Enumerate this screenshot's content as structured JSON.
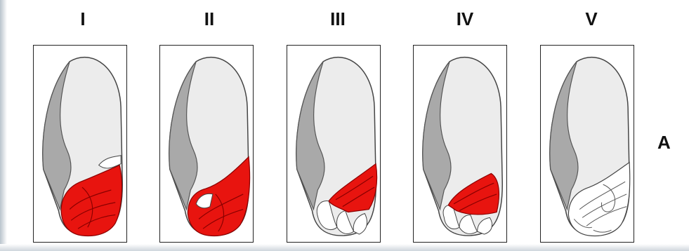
{
  "figure": {
    "panels": [
      {
        "label": "I",
        "stage": 1
      },
      {
        "label": "II",
        "stage": 2
      },
      {
        "label": "III",
        "stage": 3
      },
      {
        "label": "IV",
        "stage": 4
      },
      {
        "label": "V",
        "stage": 5
      }
    ],
    "row_label": "A",
    "colors": {
      "stained_region": "#e8140f",
      "stain_lines": "#8a0000",
      "endosperm_fill": "#ececec",
      "pericarp_fill": "#a9a9a9",
      "outline": "#444444",
      "frame": "#222222"
    }
  }
}
